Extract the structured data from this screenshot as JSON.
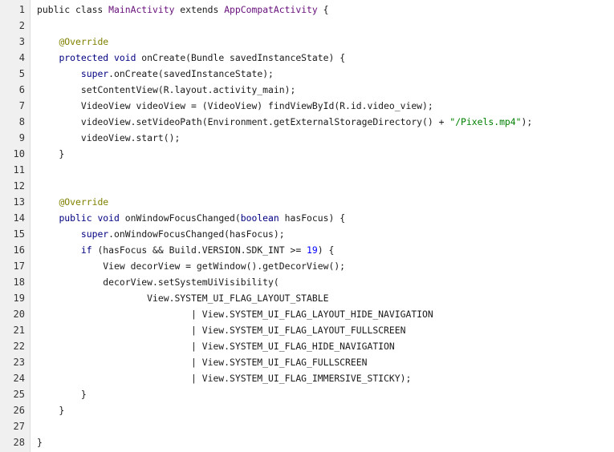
{
  "editor": {
    "lines": [
      {
        "number": "1",
        "tokens": [
          {
            "t": "public class ",
            "k": "plain"
          },
          {
            "t": "MainActivity",
            "k": "class"
          },
          {
            "t": " extends ",
            "k": "plain"
          },
          {
            "t": "AppCompatActivity",
            "k": "class"
          },
          {
            "t": " {",
            "k": "plain"
          }
        ]
      },
      {
        "number": "2",
        "tokens": []
      },
      {
        "number": "3",
        "tokens": [
          {
            "t": "    ",
            "k": "plain"
          },
          {
            "t": "@Override",
            "k": "annotation"
          }
        ]
      },
      {
        "number": "4",
        "tokens": [
          {
            "t": "    ",
            "k": "plain"
          },
          {
            "t": "protected void",
            "k": "keyword"
          },
          {
            "t": " onCreate(Bundle savedInstanceState) {",
            "k": "plain"
          }
        ]
      },
      {
        "number": "5",
        "tokens": [
          {
            "t": "        ",
            "k": "plain"
          },
          {
            "t": "super",
            "k": "keyword"
          },
          {
            "t": ".onCreate(savedInstanceState);",
            "k": "plain"
          }
        ]
      },
      {
        "number": "6",
        "tokens": [
          {
            "t": "        setContentView(R.layout.activity_main);",
            "k": "plain"
          }
        ]
      },
      {
        "number": "7",
        "tokens": [
          {
            "t": "        VideoView videoView = (VideoView) findViewById(R.id.video_view);",
            "k": "plain"
          }
        ]
      },
      {
        "number": "8",
        "tokens": [
          {
            "t": "        videoView.setVideoPath(Environment.getExternalStorageDirectory() + ",
            "k": "plain"
          },
          {
            "t": "\"/Pixels.mp4\"",
            "k": "string"
          },
          {
            "t": ");",
            "k": "plain"
          }
        ]
      },
      {
        "number": "9",
        "tokens": [
          {
            "t": "        videoView.start();",
            "k": "plain"
          }
        ]
      },
      {
        "number": "10",
        "tokens": [
          {
            "t": "    }",
            "k": "plain"
          }
        ]
      },
      {
        "number": "11",
        "tokens": []
      },
      {
        "number": "12",
        "tokens": []
      },
      {
        "number": "13",
        "tokens": [
          {
            "t": "    ",
            "k": "plain"
          },
          {
            "t": "@Override",
            "k": "annotation"
          }
        ]
      },
      {
        "number": "14",
        "tokens": [
          {
            "t": "    ",
            "k": "plain"
          },
          {
            "t": "public void",
            "k": "keyword"
          },
          {
            "t": " onWindowFocusChanged(",
            "k": "plain"
          },
          {
            "t": "boolean",
            "k": "keyword"
          },
          {
            "t": " hasFocus) {",
            "k": "plain"
          }
        ]
      },
      {
        "number": "15",
        "tokens": [
          {
            "t": "        ",
            "k": "plain"
          },
          {
            "t": "super",
            "k": "keyword"
          },
          {
            "t": ".onWindowFocusChanged(hasFocus);",
            "k": "plain"
          }
        ]
      },
      {
        "number": "16",
        "tokens": [
          {
            "t": "        ",
            "k": "plain"
          },
          {
            "t": "if",
            "k": "keyword"
          },
          {
            "t": " (hasFocus && Build.VERSION.SDK_INT >= ",
            "k": "plain"
          },
          {
            "t": "19",
            "k": "number"
          },
          {
            "t": ") {",
            "k": "plain"
          }
        ]
      },
      {
        "number": "17",
        "tokens": [
          {
            "t": "            View decorView = getWindow().getDecorView();",
            "k": "plain"
          }
        ]
      },
      {
        "number": "18",
        "tokens": [
          {
            "t": "            decorView.setSystemUiVisibility(",
            "k": "plain"
          }
        ]
      },
      {
        "number": "19",
        "tokens": [
          {
            "t": "                    View.SYSTEM_UI_FLAG_LAYOUT_STABLE",
            "k": "plain"
          }
        ]
      },
      {
        "number": "20",
        "tokens": [
          {
            "t": "                            | View.SYSTEM_UI_FLAG_LAYOUT_HIDE_NAVIGATION",
            "k": "plain"
          }
        ]
      },
      {
        "number": "21",
        "tokens": [
          {
            "t": "                            | View.SYSTEM_UI_FLAG_LAYOUT_FULLSCREEN",
            "k": "plain"
          }
        ]
      },
      {
        "number": "22",
        "tokens": [
          {
            "t": "                            | View.SYSTEM_UI_FLAG_HIDE_NAVIGATION",
            "k": "plain"
          }
        ]
      },
      {
        "number": "23",
        "tokens": [
          {
            "t": "                            | View.SYSTEM_UI_FLAG_FULLSCREEN",
            "k": "plain"
          }
        ]
      },
      {
        "number": "24",
        "tokens": [
          {
            "t": "                            | View.SYSTEM_UI_FLAG_IMMERSIVE_STICKY);",
            "k": "plain"
          }
        ]
      },
      {
        "number": "25",
        "tokens": [
          {
            "t": "        }",
            "k": "plain"
          }
        ]
      },
      {
        "number": "26",
        "tokens": [
          {
            "t": "    }",
            "k": "plain"
          }
        ]
      },
      {
        "number": "27",
        "tokens": []
      },
      {
        "number": "28",
        "tokens": [
          {
            "t": "}",
            "k": "plain"
          }
        ]
      }
    ]
  },
  "colors": {
    "keyword": "#000080",
    "annotation": "#808000",
    "string": "#008000",
    "number": "#0000ff",
    "class": "#660e7a",
    "plain": "#1a1a1a",
    "gutter_bg": "#f0f0f0"
  }
}
